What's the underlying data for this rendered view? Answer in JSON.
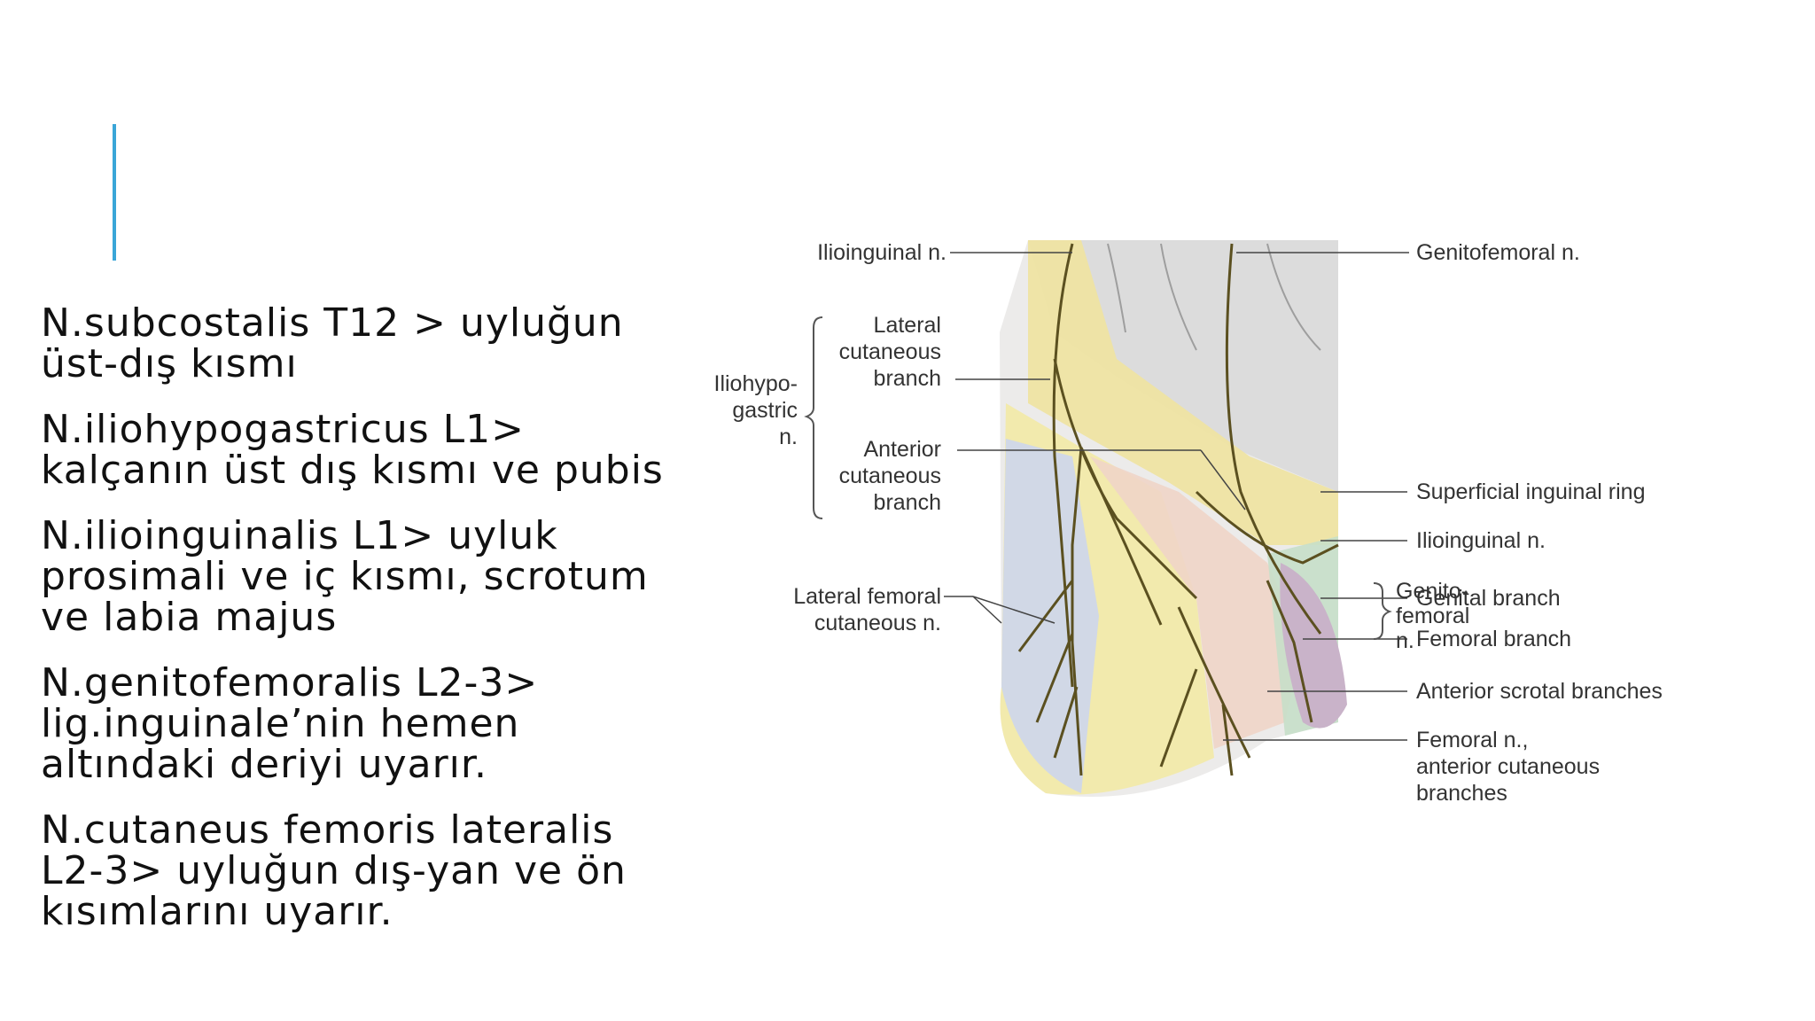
{
  "slide": {
    "accent_color": "#3aa6d8",
    "bullets": [
      {
        "line1": "N.subcostalis T12 > uyluğun",
        "line2": "üst-dış kısmı"
      },
      {
        "line1": "N.iliohypogastricus L1>",
        "line2": "kalçanın üst dış kısmı ve pubis"
      },
      {
        "line1": "N.ilioinguinalis L1> uyluk",
        "line2": "prosimali ve iç kısmı, scrotum",
        "line3": "ve labia majus"
      },
      {
        "line1": "N.genitofemoralis L2-3>",
        "line2": "lig.inguinale’nin hemen",
        "line3": "altındaki deriyi uyarır."
      },
      {
        "line1": "N.cutaneus femoris lateralis",
        "line2": "L2-3> uyluğun dış-yan ve ön",
        "line3": "kısımlarını uyarır."
      }
    ]
  },
  "figure": {
    "labels": {
      "ilioinguinal_top": "Ilioinguinal n.",
      "genitofemoral": "Genitofemoral n.",
      "lateral_cutaneous": [
        "Lateral",
        "cutaneous",
        "branch"
      ],
      "iliohypogastric": [
        "Iliohypo-",
        "gastric",
        "n."
      ],
      "anterior_cutaneous": [
        "Anterior",
        "cutaneous",
        "branch"
      ],
      "superficial_inguinal_ring": "Superficial inguinal ring",
      "ilioinguinal_right": "Ilioinguinal n.",
      "lateral_femoral": [
        "Lateral femoral",
        "cutaneous n."
      ],
      "genital_branch": "Genital branch",
      "femoral_branch": "Femoral branch",
      "genitofemoral_group": [
        "Genito-",
        "femoral",
        "n."
      ],
      "anterior_scrotal": "Anterior scrotal branches",
      "femoral_anterior": [
        "Femoral n.,",
        "anterior cutaneous",
        "branches"
      ]
    }
  }
}
